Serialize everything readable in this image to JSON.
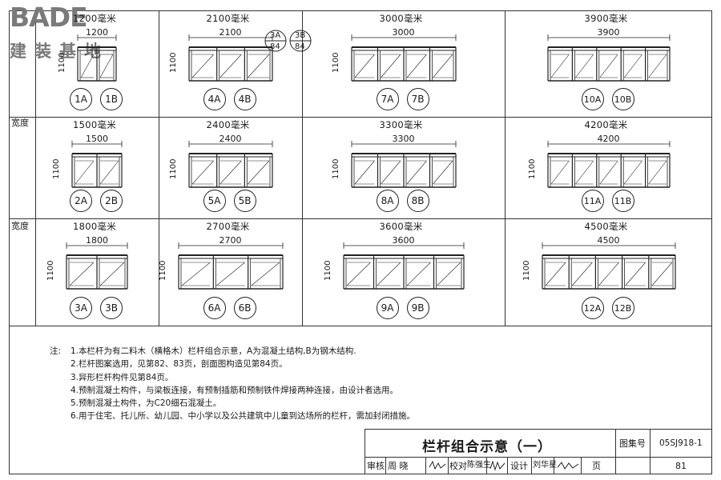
{
  "logo": {
    "main": "BADE",
    "sub": "建装基地"
  },
  "labels": {
    "width": "宽度"
  },
  "cells": [
    {
      "id": "1",
      "title": "1200毫米",
      "dim": "1200",
      "height": "1100",
      "tags": [
        "1A",
        "1B"
      ],
      "panels": 2
    },
    {
      "id": "4",
      "title": "2100毫米",
      "dim": "2100",
      "height": "1100",
      "tags": [
        "4A",
        "4B"
      ],
      "panels": 3
    },
    {
      "id": "7",
      "title": "3000毫米",
      "dim": "3000",
      "height": "1100",
      "tags": [
        "7A",
        "7B"
      ],
      "panels": 4
    },
    {
      "id": "10",
      "title": "3900毫米",
      "dim": "3900",
      "height": "",
      "tags": [
        "10A",
        "10B"
      ],
      "panels": 5
    },
    {
      "id": "2",
      "title": "1500毫米",
      "dim": "1500",
      "height": "1100",
      "tags": [
        "2A",
        "2B"
      ],
      "panels": 2
    },
    {
      "id": "5",
      "title": "2400毫米",
      "dim": "2400",
      "height": "1100",
      "tags": [
        "5A",
        "5B"
      ],
      "panels": 3
    },
    {
      "id": "8",
      "title": "3300毫米",
      "dim": "3300",
      "height": "1100",
      "tags": [
        "8A",
        "8B"
      ],
      "panels": 4
    },
    {
      "id": "11",
      "title": "4200毫米",
      "dim": "4200",
      "height": "1100",
      "tags": [
        "11A",
        "11B"
      ],
      "panels": 5
    },
    {
      "id": "3",
      "title": "1800毫米",
      "dim": "1800",
      "height": "1100",
      "tags": [
        "3A",
        "3B"
      ],
      "panels": 2
    },
    {
      "id": "6",
      "title": "2700毫米",
      "dim": "2700",
      "height": "1100",
      "tags": [
        "6A",
        "6B"
      ],
      "panels": 3
    },
    {
      "id": "9",
      "title": "3600毫米",
      "dim": "3600",
      "height": "1100",
      "tags": [
        "9A",
        "9B"
      ],
      "panels": 4
    },
    {
      "id": "12",
      "title": "4500毫米",
      "dim": "4500",
      "height": "1100",
      "tags": [
        "12A",
        "12B"
      ],
      "panels": 5
    }
  ],
  "references": [
    "3A",
    "84",
    "3B",
    "84"
  ],
  "notes": {
    "prefix": "注:",
    "items": [
      "1.本栏杆为有二料木（横格木）栏杆组合示意，A为混凝土结构,B为钢木结构.",
      "2.栏杆图案选用，见第82、83页，剖面图构造见第84页。",
      "3.异形栏杆构件见第84页。",
      "4.预制混凝土构件，与梁板连接，有预制插筋和预制铁件焊接两种连接，由设计者选用。",
      "5.预制混凝土构件，为C20细石混凝土。",
      "6.用于住宅、托儿所、幼儿园、中小学以及公共建筑中儿童到达场所的栏杆，需加封闭措施。"
    ]
  },
  "title_block": {
    "title": "栏杆组合示意（一）",
    "atlas_label": "图集号",
    "atlas_value": "05SJ918-1",
    "review_label": "审核",
    "review_name": "周 晓",
    "check_label": "校对",
    "check_name": "陈强生",
    "design_label": "设计",
    "design_name": "刘华星",
    "page_label": "页",
    "page_value": "81"
  }
}
